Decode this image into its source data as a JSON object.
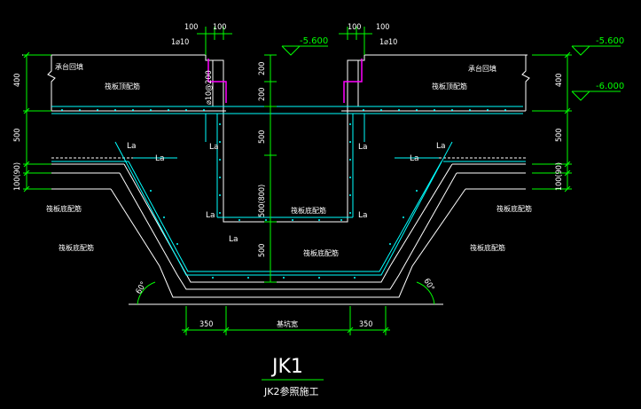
{
  "drawing": {
    "title": "JK1",
    "subtitle": "JK2参照施工"
  },
  "levels": {
    "left_top": "-5.600",
    "right_top": "-5.600",
    "right_second": "-6.000"
  },
  "dimensions": {
    "top_left_a": "100",
    "top_left_b": "100",
    "top_right_a": "100",
    "top_right_b": "100",
    "left_400": "400",
    "left_500": "500",
    "left_100_90": "100(90)",
    "right_400": "400",
    "right_500": "500",
    "right_100_90": "100(90)",
    "pit_200_top": "200",
    "pit_200_second": "200",
    "pit_500": "500",
    "pit_500_800": "500(800)",
    "pit_500_bottom": "500",
    "bottom_350_left": "350",
    "bottom_350_right": "350",
    "bottom_mid": "基坑宽",
    "angle_left": "60°",
    "angle_right": "60°"
  },
  "labels": {
    "rebar_left": "1⌀10",
    "rebar_right": "1⌀10",
    "stirrup_left": "⌀10@200",
    "left_wall": "承台回填",
    "right_wall": "承台回填",
    "top_rebar_left": "筏板顶配筋",
    "top_rebar_right": "筏板顶配筋",
    "bottom_rebar_left": "筏板底配筋",
    "bottom_rebar_right": "筏板底配筋",
    "slope_rebar_left": "筏板底配筋",
    "slope_rebar_right": "筏板底配筋",
    "pit_rebar_upper": "筏板底配筋",
    "pit_rebar_lower": "筏板底配筋"
  },
  "anchor_labels": [
    "La",
    "La",
    "La",
    "La",
    "La",
    "La",
    "La",
    "La",
    "La"
  ],
  "colors": {
    "background": "#000000",
    "outline": "#ffffff",
    "dimension": "#00ff00",
    "rebar": "#00ffff",
    "rebar_hook": "#ff00ff"
  }
}
